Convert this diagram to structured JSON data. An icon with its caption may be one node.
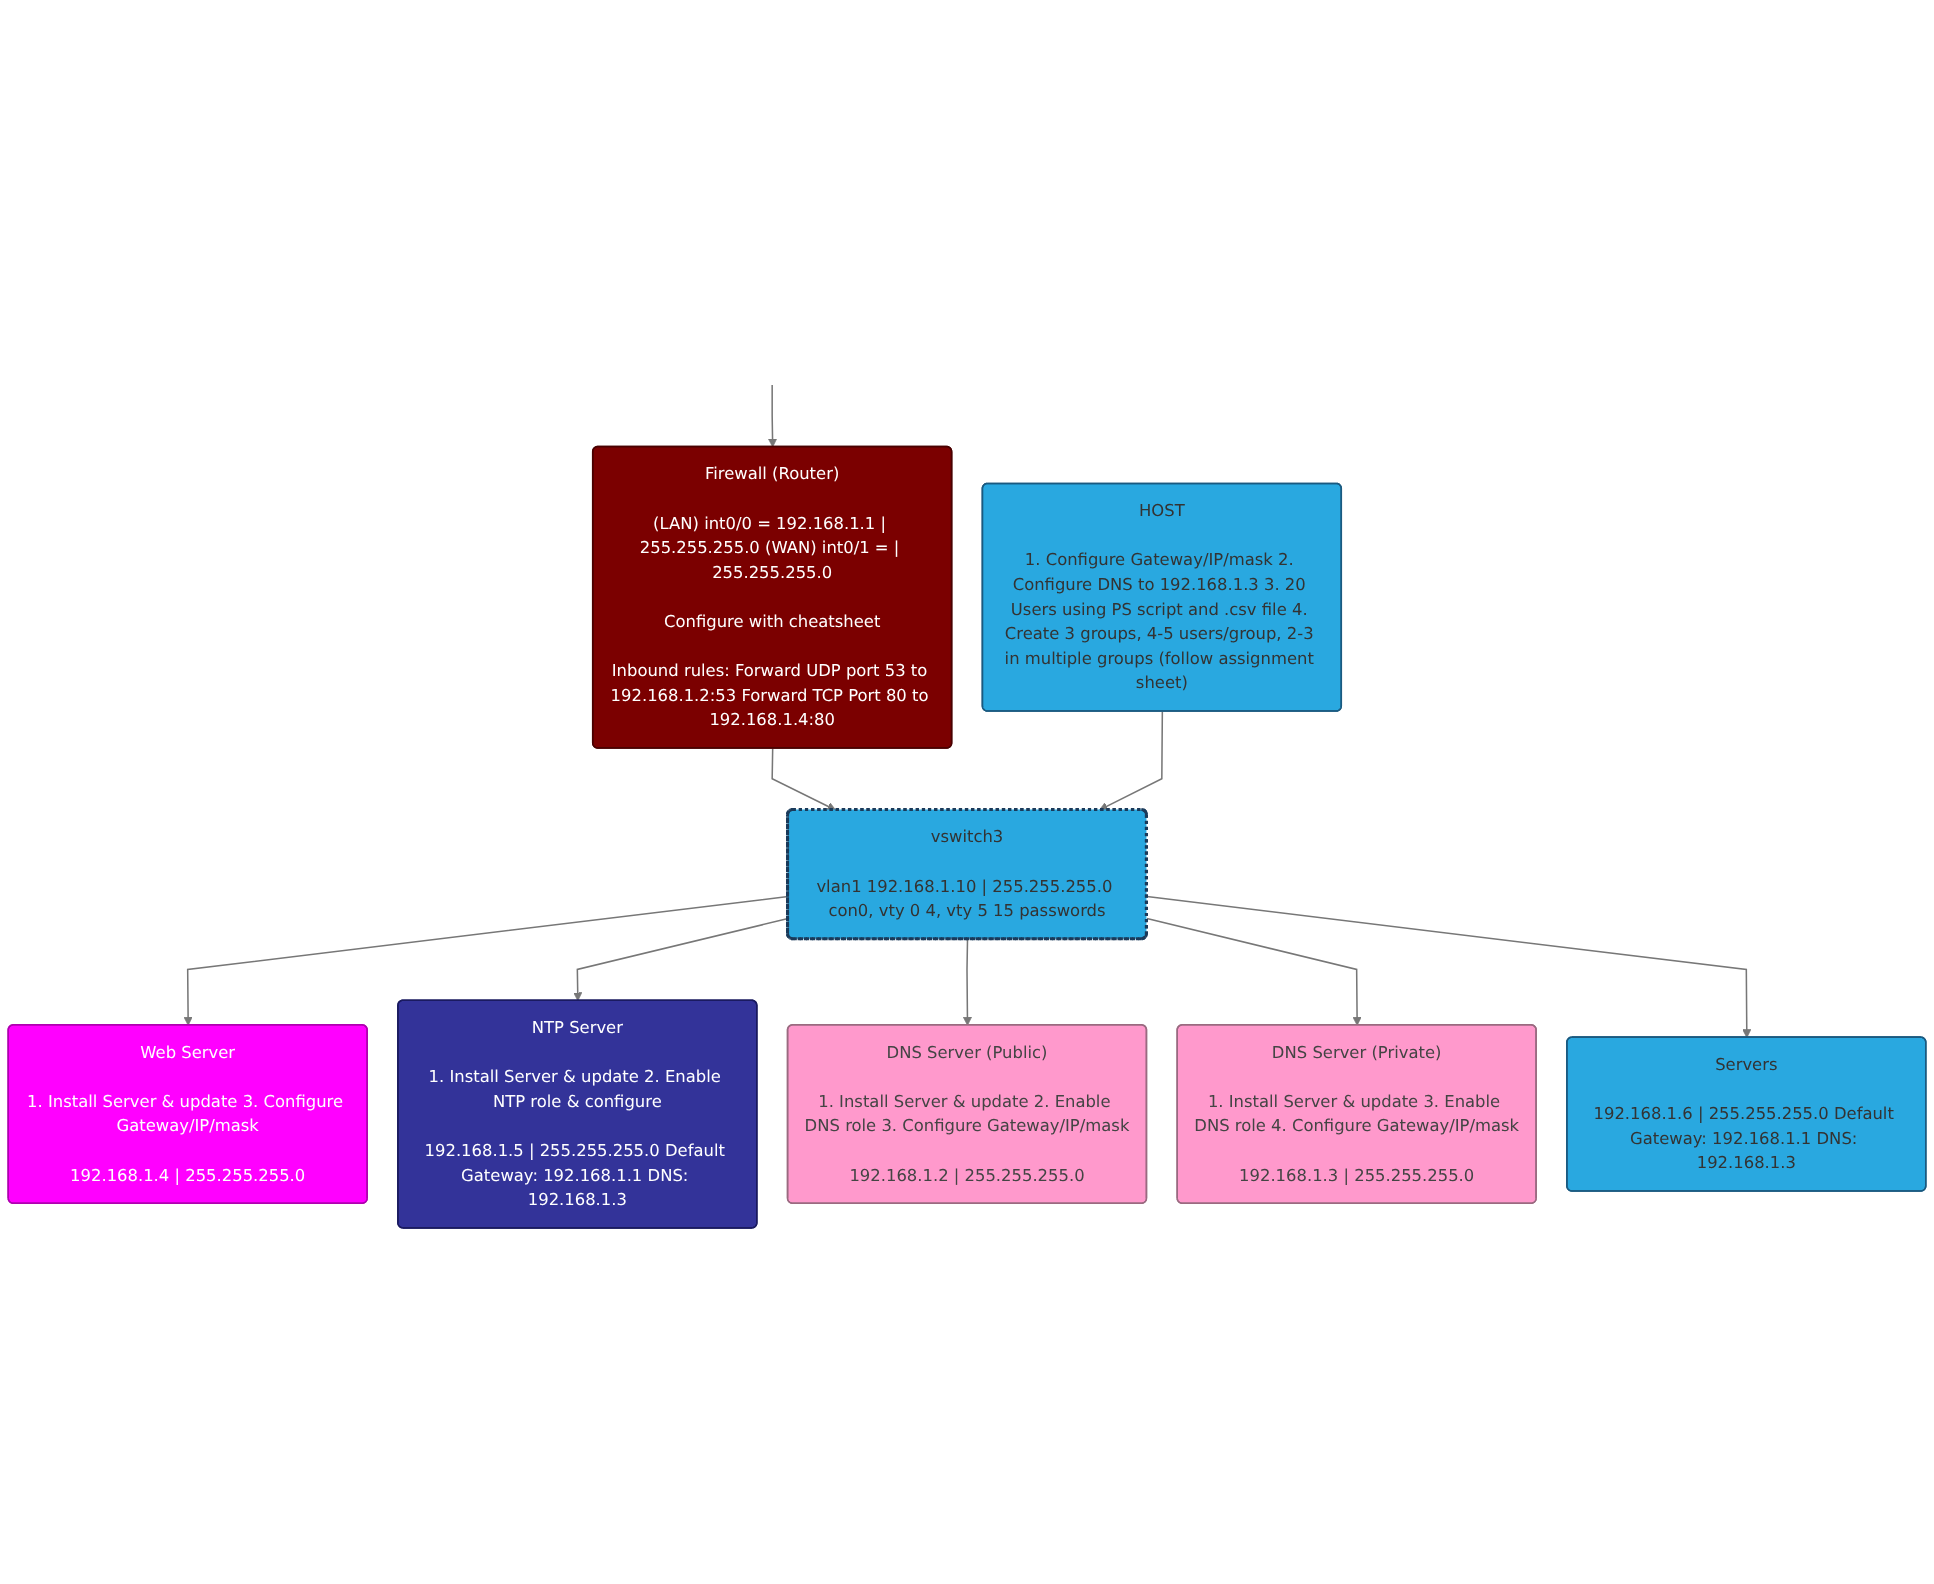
{
  "diagram": {
    "nodes": [
      {
        "text": [
          "Firewall (Router)",
          "(LAN) int0/0 = 192.168.1.1 | 255.255.255.0 (WAN) int0/1 = | 255.255.255.0",
          "Configure with cheatsheet",
          "Inbound rules: Forward UDP port 53 to 192.168.1.2:53 Forward TCP Port 80 to 192.168.1.4:80"
        ]
      },
      {
        "text": [
          "Web Server",
          "1. Install Server & update 3. Configure Gateway/IP/mask",
          "192.168.1.4 | 255.255.255.0"
        ]
      },
      {
        "text": [
          "vswitch3",
          "vlan1 192.168.1.10 | 255.255.255.0 con0, vty 0 4, vty 5 15 passwords"
        ]
      },
      {
        "text": [
          "DNS Server (Public)",
          "1. Install Server & update 2. Enable DNS role 3. Configure Gateway/IP/mask",
          "192.168.1.2 | 255.255.255.0"
        ]
      },
      {
        "text": [
          "NTP Server",
          "1. Install Server & update 2. Enable NTP role & configure",
          "192.168.1.5 | 255.255.255.0 Default Gateway: 192.168.1.1 DNS: 192.168.1.3"
        ]
      },
      {
        "text": [
          "DNS Server (Private)",
          "1. Install Server & update 3. Enable DNS role 4. Configure Gateway/IP/mask",
          "192.168.1.3 | 255.255.255.0"
        ]
      },
      {
        "text": [
          "HOST",
          "1. Configure Gateway/IP/mask 2. Configure DNS to 192.168.1.3 3. 20 Users using PS script and .csv file 4. Create 3 groups, 4-5 users/group, 2-3 in multiple groups (follow assignment sheet)"
        ]
      },
      {
        "text": [
          "Servers",
          "192.168.1.6 | 255.255.255.0 Default Gateway: 192.168.1.1 DNS: 192.168.1.3"
        ]
      }
    ],
    "edges": [
      {
        "from": null,
        "to": 0,
        "arrow": "to"
      },
      {
        "from": 0,
        "to": 2,
        "arrow": "to"
      },
      {
        "from": 2,
        "to": 1,
        "arrow": "to"
      },
      {
        "from": 2,
        "to": 4,
        "arrow": "to"
      },
      {
        "from": 2,
        "to": 3,
        "arrow": "to"
      },
      {
        "from": 2,
        "to": 5,
        "arrow": "to"
      },
      {
        "from": 6,
        "to": 2,
        "arrow": "to"
      },
      {
        "from": 2,
        "to": 7,
        "arrow": "to"
      }
    ]
  }
}
